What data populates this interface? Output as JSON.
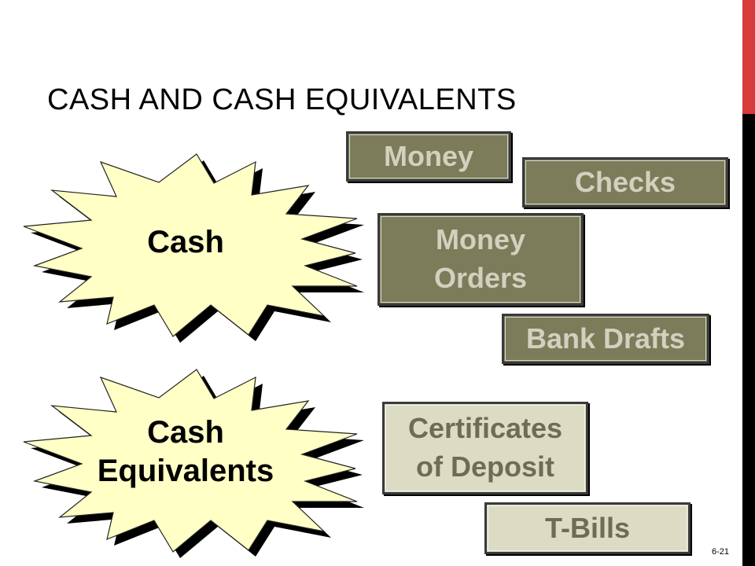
{
  "slide": {
    "title": "CASH AND CASH EQUIVALENTS",
    "page_number": "6-21"
  },
  "bursts": {
    "cash": {
      "label": "Cash"
    },
    "equivalents": {
      "line1": "Cash",
      "line2": "Equivalents"
    }
  },
  "cash_items": {
    "money": "Money",
    "checks": "Checks",
    "money_orders_line1": "Money",
    "money_orders_line2": "Orders",
    "bank_drafts": "Bank Drafts"
  },
  "equivalent_items": {
    "cd_line1": "Certificates",
    "cd_line2": "of Deposit",
    "tbills": "T-Bills"
  },
  "colors": {
    "accent": "#d93a3a",
    "sidebar": "#000000",
    "burst_fill": "#ffffc6",
    "cash_box_fill": "#7c7b5a",
    "equivalent_box_fill": "#dcdbc4"
  }
}
